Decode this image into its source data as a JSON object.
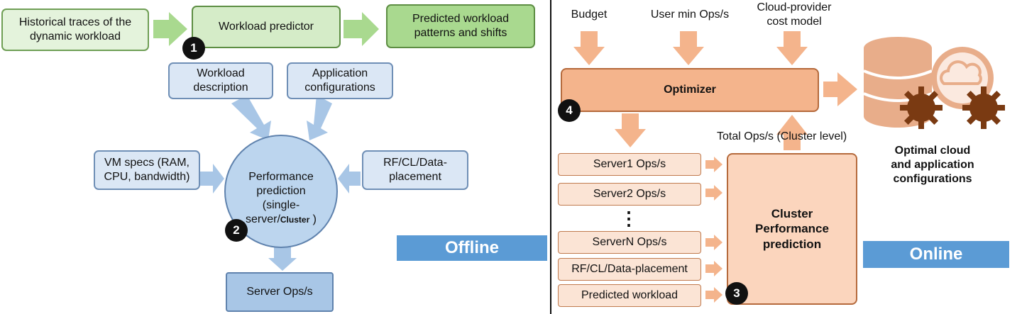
{
  "offline": {
    "historical": "Historical traces of the\ndynamic workload",
    "workload_predictor": "Workload predictor",
    "predicted_patterns": "Predicted workload\npatterns and shifts",
    "workload_description": "Workload\ndescription",
    "app_configs": "Application\nconfigurations",
    "vm_specs": "VM specs (RAM,\nCPU, bandwidth)",
    "perf_prediction_main": "Performance\nprediction\n(single-\nserver/",
    "perf_prediction_cluster": "Cluster",
    "perf_prediction_close": " )",
    "rf_cl": "RF/CL/Data-\nplacement",
    "server_ops": "Server Ops/s",
    "label": "Offline"
  },
  "online": {
    "budget": "Budget",
    "user_min": "User min Ops/s",
    "cloud_cost": "Cloud-provider\ncost model",
    "optimizer": "Optimizer",
    "total_ops": "Total Ops/s (Cluster level)",
    "server1": "Server1 Ops/s",
    "server2": "Server2 Ops/s",
    "dots": "⋮",
    "serverN": "ServerN Ops/s",
    "rf_cl": "RF/CL/Data-placement",
    "predicted_workload": "Predicted workload",
    "cluster_prediction": "Cluster\nPerformance\nprediction",
    "optimal": "Optimal cloud\nand application\nconfigurations",
    "label": "Online"
  },
  "badges": {
    "b1": "1",
    "b2": "2",
    "b3": "3",
    "b4": "4"
  },
  "colors": {
    "green_arrow": "#a9d98f",
    "blue_arrow": "#a8c6e6",
    "orange_arrow": "#f4b48c",
    "offline_tag": "#5b9bd5",
    "online_tag": "#5b9bd5",
    "database": "#e8ad8a",
    "gear": "#7a3a12"
  },
  "icons": [
    "database-icon",
    "cloud-icon",
    "gear-icon"
  ]
}
